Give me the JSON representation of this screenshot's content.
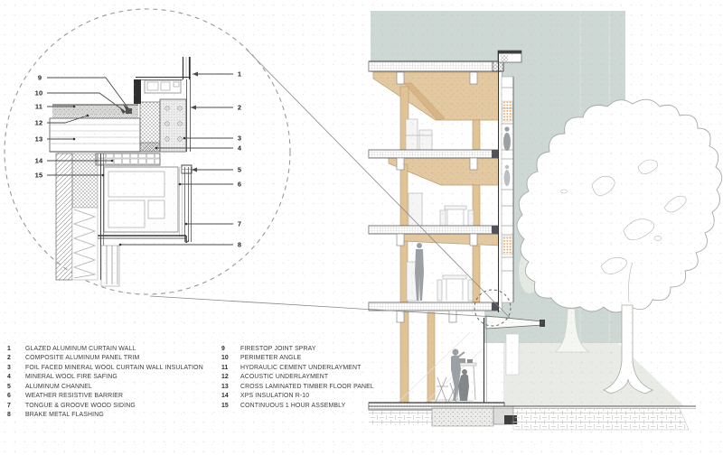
{
  "palette": {
    "background": "#ffffff",
    "context_teal": "#cdd8d4",
    "wood_tan": "#e3c9a1",
    "wood_grain": "#c59c6a",
    "drawing_line": "#3f3f3f",
    "leader_line": "#4a4a4a",
    "sketch_gray": "#b5b5b5",
    "person_gray": "#9aa0a4",
    "screen_orange": "#e2a35a",
    "ground_plane": "#e9ebe7",
    "legend_text": "#3c3c3c"
  },
  "detail_callouts": {
    "right": [
      "1",
      "2",
      "3",
      "4",
      "5",
      "6",
      "7",
      "8"
    ],
    "left": [
      "9",
      "10",
      "11",
      "12",
      "13",
      "14",
      "15"
    ]
  },
  "legend": {
    "left": [
      {
        "num": "1",
        "label": "GLAZED ALUMINUM CURTAIN WALL"
      },
      {
        "num": "2",
        "label": "COMPOSITE ALUMINUM PANEL TRIM"
      },
      {
        "num": "3",
        "label": "FOIL FACED MINERAL WOOL CURTAIN WALL INSULATION"
      },
      {
        "num": "4",
        "label": "MINERAL WOOL FIRE SAFING"
      },
      {
        "num": "5",
        "label": "ALUMINUM CHANNEL"
      },
      {
        "num": "6",
        "label": "WEATHER RESISTIVE BARRIER"
      },
      {
        "num": "7",
        "label": "TONGUE & GROOVE WOOD SIDING"
      },
      {
        "num": "8",
        "label": "BRAKE METAL FLASHING"
      }
    ],
    "right": [
      {
        "num": "9",
        "label": "FIRESTOP JOINT SPRAY"
      },
      {
        "num": "10",
        "label": "PERIMETER ANGLE"
      },
      {
        "num": "11",
        "label": "HYDRAULIC CEMENT UNDERLAYMENT"
      },
      {
        "num": "12",
        "label": "ACOUSTIC UNDERLAYMENT"
      },
      {
        "num": "13",
        "label": "CROSS LAMINATED TIMBER FLOOR PANEL"
      },
      {
        "num": "14",
        "label": "XPS INSULATION R-10"
      },
      {
        "num": "15",
        "label": "CONTINUOUS 1 HOUR ASSEMBLY"
      }
    ]
  }
}
